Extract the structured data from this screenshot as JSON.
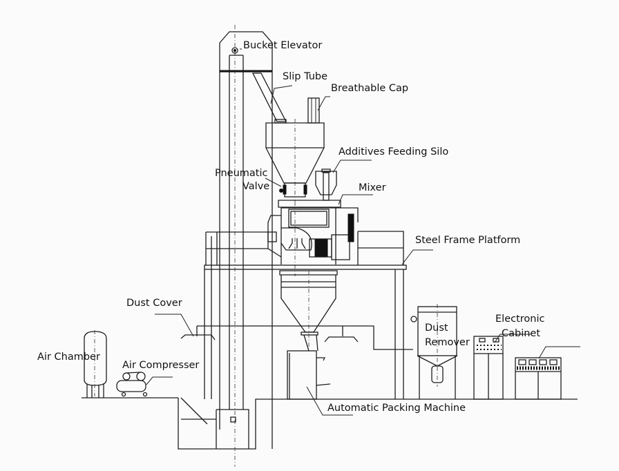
{
  "diagram": {
    "title": "Dry mortar production line layout",
    "labels": {
      "bucket_elevator": "Bucket Elevator",
      "slip_tube": "Slip Tube",
      "breathable_cap": "Breathable Cap",
      "additives_feeding_silo": "Additives Feeding Silo",
      "pneumatic_valve_line1": "Pneumatic",
      "pneumatic_valve_line2": "Valve",
      "mixer": "Mixer",
      "steel_frame_platform": "Steel Frame Platform",
      "dust_cover": "Dust Cover",
      "dust_remover_line1": "Dust",
      "dust_remover_line2": "Remover",
      "electronic_cabinet_line1": "Electronic",
      "electronic_cabinet_line2": "Cabinet",
      "air_chamber": "Air Chamber",
      "air_compresser": "Air Compresser",
      "automatic_packing_machine": "Automatic Packing Machine"
    }
  }
}
